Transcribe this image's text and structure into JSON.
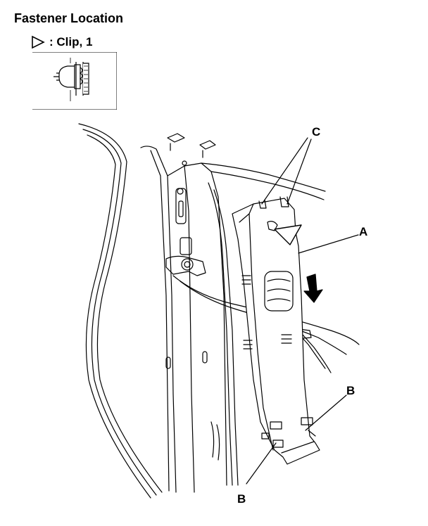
{
  "header": {
    "title": "Fastener Location"
  },
  "legend": {
    "label": ": Clip, 1"
  },
  "callouts": {
    "a": "A",
    "b1": "B",
    "b2": "B",
    "c": "C"
  },
  "colors": {
    "line": "#000000",
    "background": "#ffffff"
  },
  "icons": {
    "clip_symbol": "triangle-outline-icon",
    "direction": "down-arrow-icon"
  }
}
